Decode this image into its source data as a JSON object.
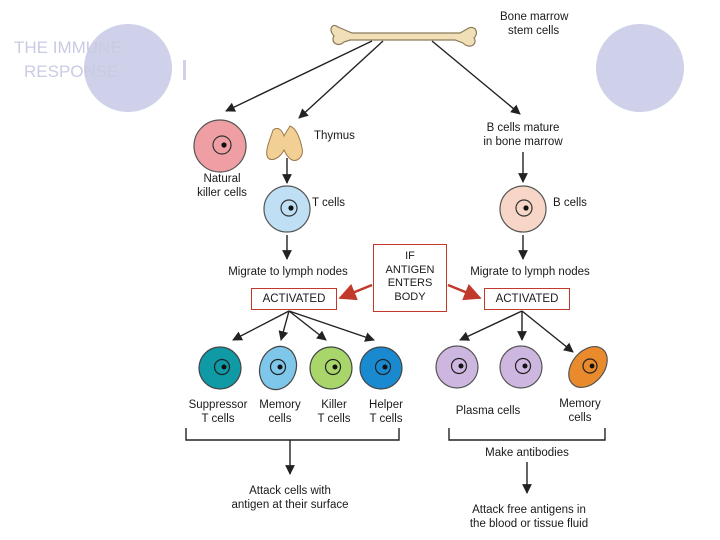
{
  "title": {
    "line1": "THE IMMUNE",
    "line2": "RESPONSE"
  },
  "labels": {
    "bone_marrow": [
      "Bone marrow",
      "stem cells"
    ],
    "thymus": "Thymus",
    "nk_cells": [
      "Natural",
      "killer cells"
    ],
    "t_cells": "T cells",
    "b_mature": [
      "B cells mature",
      "in bone marrow"
    ],
    "b_cells": "B cells",
    "migrate_left": "Migrate to lymph nodes",
    "migrate_right": "Migrate to lymph nodes",
    "antigen": [
      "IF",
      "ANTIGEN",
      "ENTERS",
      "BODY"
    ],
    "activated_left": "ACTIVATED",
    "activated_right": "ACTIVATED",
    "suppressor": [
      "Suppressor",
      "T cells"
    ],
    "memory_t": [
      "Memory",
      "cells"
    ],
    "killer_t": [
      "Killer",
      "T cells"
    ],
    "helper_t": [
      "Helper",
      "T cells"
    ],
    "plasma": "Plasma cells",
    "memory_b": [
      "Memory",
      "cells"
    ],
    "attack_cells": [
      "Attack cells with",
      "antigen at their surface"
    ],
    "make_antibodies": "Make antibodies",
    "attack_antigens": [
      "Attack free antigens in",
      "the blood or tissue fluid"
    ]
  },
  "colors": {
    "nk_cell": "#ef9ea4",
    "t_cell": "#bfe0f4",
    "b_cell": "#f7d6c8",
    "suppressor": "#0f9aa6",
    "memory_t": "#7ec7ea",
    "killer_t": "#a8d66a",
    "helper_t": "#1a8ad0",
    "plasma": "#cdb6df",
    "memory_b": "#e98a2c",
    "activated_border": "#c0392b",
    "title": "#c9cbe3",
    "deco_circle": "#cfd0ea"
  },
  "icons": [
    "bone-icon",
    "thymus-icon"
  ]
}
